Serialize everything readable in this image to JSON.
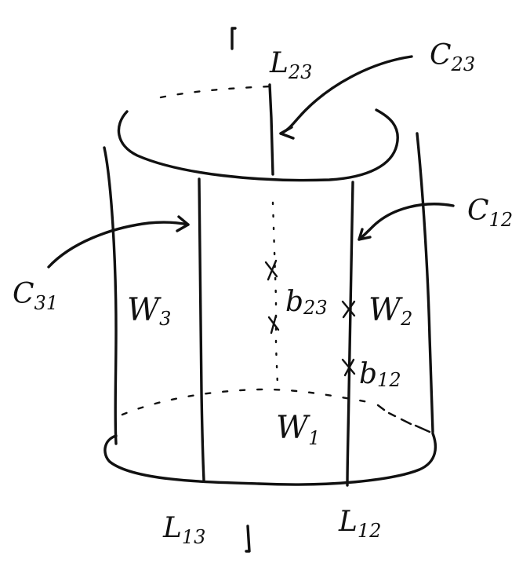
{
  "labels": {
    "L23": {
      "main": "L",
      "sub": "23"
    },
    "C23": {
      "main": "C",
      "sub": "23"
    },
    "C12": {
      "main": "C",
      "sub": "12"
    },
    "C31": {
      "main": "C",
      "sub": "31"
    },
    "W3": {
      "main": "W",
      "sub": "3"
    },
    "W2": {
      "main": "W",
      "sub": "2"
    },
    "W1": {
      "main": "W",
      "sub": "1"
    },
    "b23": {
      "main": "b",
      "sub": "23"
    },
    "b12": {
      "main": "b",
      "sub": "12"
    },
    "L13": {
      "main": "L",
      "sub": "13"
    },
    "L12": {
      "main": "L",
      "sub": "12"
    }
  }
}
